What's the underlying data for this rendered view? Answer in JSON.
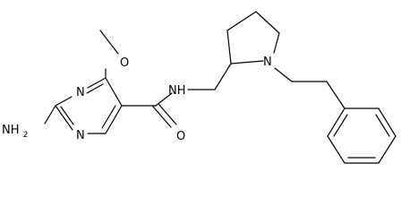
{
  "molecule": {
    "atoms": {
      "amino_group": "NH",
      "amino_subscript": "2",
      "pyrimidine_n_top": "N",
      "pyrimidine_n_bottom": "N",
      "methoxy_oxygen": "O",
      "amide_nh": "NH",
      "carbonyl_oxygen": "O",
      "pyrrolidine_n": "N"
    },
    "colors": {
      "bond": "#000000",
      "label": "#000000",
      "background": "#ffffff"
    }
  }
}
